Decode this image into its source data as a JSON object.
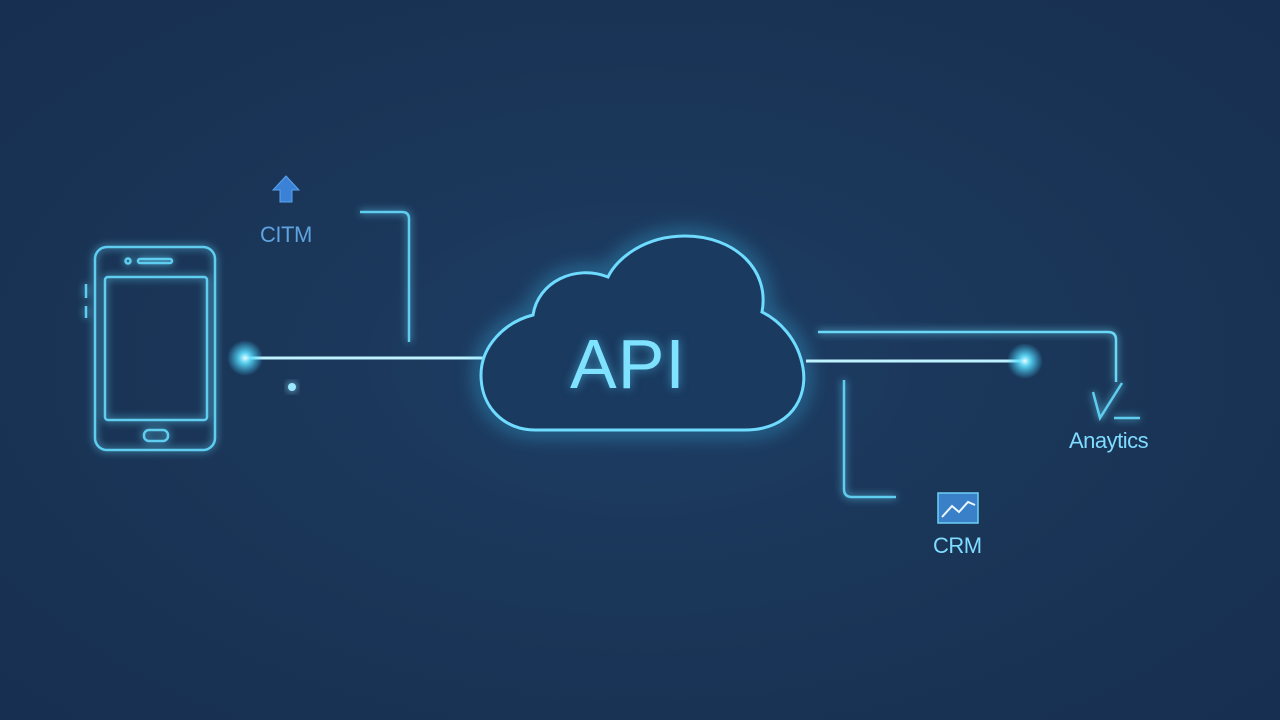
{
  "diagram": {
    "cloud": {
      "label": "API"
    },
    "labels": {
      "top_left": "CITM",
      "bottom": "CRM",
      "right": "Anaytics"
    },
    "icons": {
      "client": "smartphone-icon",
      "top_left": "upload-arrow-icon",
      "bottom": "line-chart-icon",
      "right": "check-mark-icon"
    }
  },
  "colors": {
    "background": "#1a3658",
    "glow": "#3fd0ff",
    "line": "#5fd4f5",
    "text": "#7fdcff",
    "arrow": "#3b82d6"
  }
}
